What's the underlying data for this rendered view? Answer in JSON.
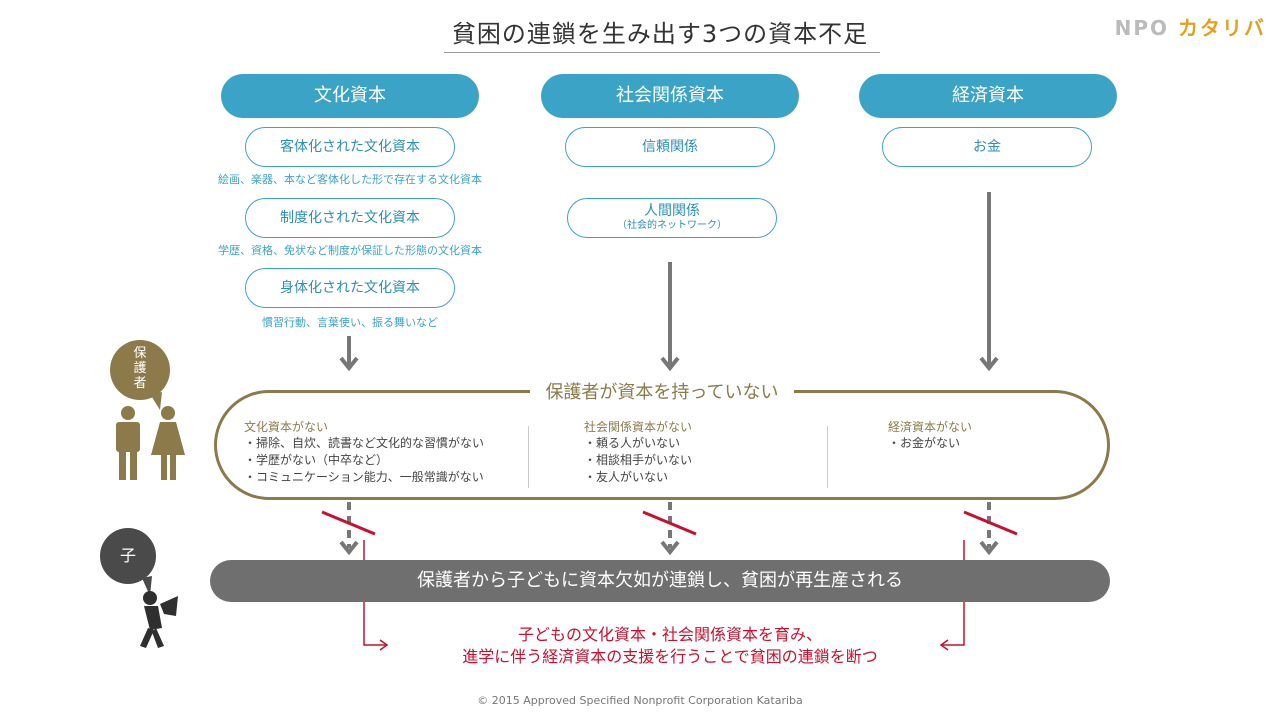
{
  "title": "貧困の連鎖を生み出す3つの資本不足",
  "logo": {
    "npo": "NPO",
    "name": "カタリバ"
  },
  "columns": [
    {
      "header": "文化資本",
      "subs": [
        {
          "label": "客体化された文化資本",
          "caption": "絵画、楽器、本など客体化した形で存在する文化資本"
        },
        {
          "label": "制度化された文化資本",
          "caption": "学歴、資格、免状など制度が保証した形態の文化資本"
        },
        {
          "label": "身体化された文化資本",
          "caption": "慣習行動、言葉使い、振る舞いなど"
        }
      ]
    },
    {
      "header": "社会関係資本",
      "subs": [
        {
          "label": "信頼関係"
        },
        {
          "label": "人間関係",
          "small": "（社会的ネットワーク）"
        }
      ]
    },
    {
      "header": "経済資本",
      "subs": [
        {
          "label": "お金"
        }
      ]
    }
  ],
  "guardian": {
    "bubble": [
      "保",
      "護",
      "者"
    ],
    "title": "保護者が資本を持っていない",
    "cols": [
      {
        "title": "文化資本がない",
        "items": [
          "・掃除、自炊、読書など文化的な習慣がない",
          "・学歴がない（中卒など）",
          "・コミュニケーション能力、一般常識がない"
        ]
      },
      {
        "title": "社会関係資本がない",
        "items": [
          "・頼る人がいない",
          "・相談相手がいない",
          "・友人がいない"
        ]
      },
      {
        "title": "経済資本がない",
        "items": [
          "・お金がない"
        ]
      }
    ]
  },
  "child": {
    "bubble": "子",
    "band": "保護者から子どもに資本欠如が連鎖し、貧困が再生産される"
  },
  "conclusion": [
    "子どもの文化資本・社会関係資本を育み、",
    "進学に伴う経済資本の支援を行うことで貧困の連鎖を断つ"
  ],
  "copyright": "© 2015 Approved Specified Nonprofit Corporation Katariba",
  "colors": {
    "accent_blue": "#3ba3c6",
    "guardian_gold": "#8c7a4a",
    "child_gray": "#6f6f6f",
    "cut_red": "#c8102e"
  }
}
